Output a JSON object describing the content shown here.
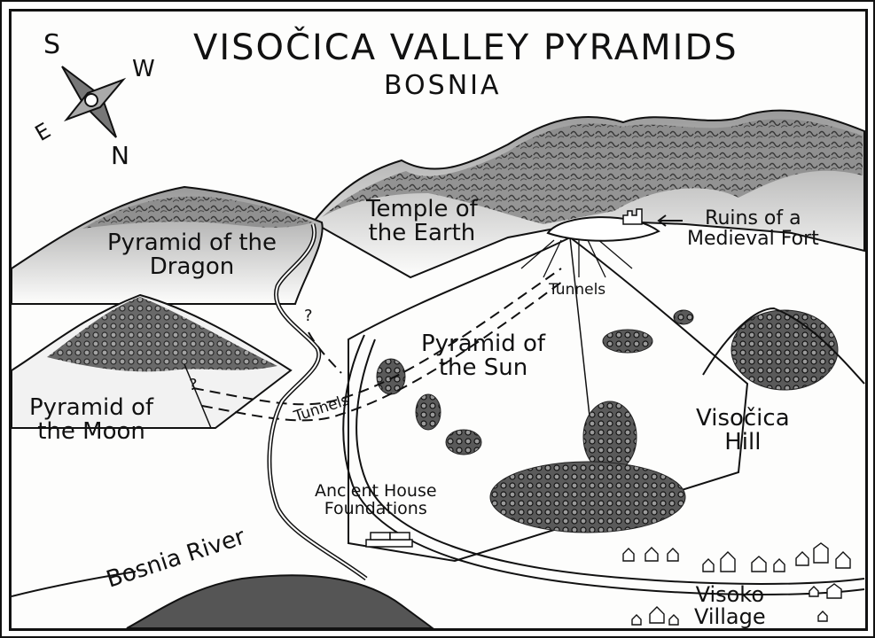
{
  "title": "VISOČICA VALLEY PYRAMIDS",
  "subtitle": "BOSNIA",
  "compass": {
    "s": "S",
    "w": "W",
    "e": "E",
    "n": "N"
  },
  "labels": {
    "dragon": [
      "Pyramid of the",
      "Dragon"
    ],
    "earth": [
      "Temple of",
      "the Earth"
    ],
    "fort": [
      "Ruins of a",
      "Medieval Fort"
    ],
    "tunnels_upper": "Tunnels",
    "tunnels_lower": "Tunnels",
    "sun": [
      "Pyramid of",
      "the Sun"
    ],
    "moon": [
      "Pyramid of",
      "the Moon"
    ],
    "hill": [
      "Visočica",
      "Hill"
    ],
    "house": [
      "Ancient House",
      "Foundations"
    ],
    "river": "Bosnia River",
    "village": [
      "Visoko",
      "Village"
    ],
    "question": "?"
  },
  "colors": {
    "ink": "#111111",
    "paper": "#fdfdfc",
    "river": "#555555",
    "rock": "#6d6d6d"
  }
}
